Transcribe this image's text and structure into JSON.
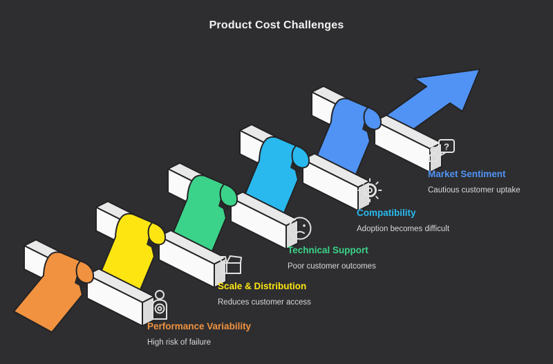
{
  "title": "Product Cost Challenges",
  "colors": {
    "background": "#2e2e30",
    "title": "#f2f2f2",
    "subtitle": "#d8d8d8"
  },
  "arrow_color": "#5093f5",
  "steps": [
    {
      "title": "Performance Variability",
      "subtitle": "High risk of failure",
      "color": "#f0923f",
      "icon": "person-target-icon"
    },
    {
      "title": "Scale & Distribution",
      "subtitle": "Reduces customer access",
      "color": "#fde512",
      "icon": "open-box-icon"
    },
    {
      "title": "Technical Support",
      "subtitle": "Poor customer outcomes",
      "color": "#3bd389",
      "icon": "sad-face-icon"
    },
    {
      "title": "Compatibility",
      "subtitle": "Adoption becomes difficult",
      "color": "#29b9ee",
      "icon": "gear-icon"
    },
    {
      "title": "Market Sentiment",
      "subtitle": "Cautious customer uptake",
      "color": "#5093f5",
      "icon": "person-question-icon"
    }
  ]
}
